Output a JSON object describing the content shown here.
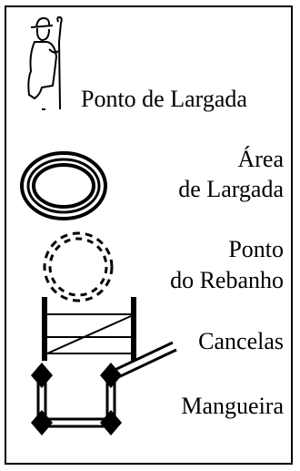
{
  "legend": {
    "items": [
      {
        "id": "ponto-de-largada",
        "lines": [
          "Ponto de Largada"
        ],
        "icon": "shepherd-icon"
      },
      {
        "id": "area-de-largada",
        "lines": [
          "Área",
          "de Largada"
        ],
        "icon": "double-ellipse-icon"
      },
      {
        "id": "ponto-do-rebanho",
        "lines": [
          "Ponto",
          "do Rebanho"
        ],
        "icon": "dashed-circle-icon"
      },
      {
        "id": "cancelas",
        "lines": [
          "Cancelas"
        ],
        "icon": "gate-icon"
      },
      {
        "id": "mangueira",
        "lines": [
          "Mangueira"
        ],
        "icon": "corral-icon"
      }
    ]
  }
}
